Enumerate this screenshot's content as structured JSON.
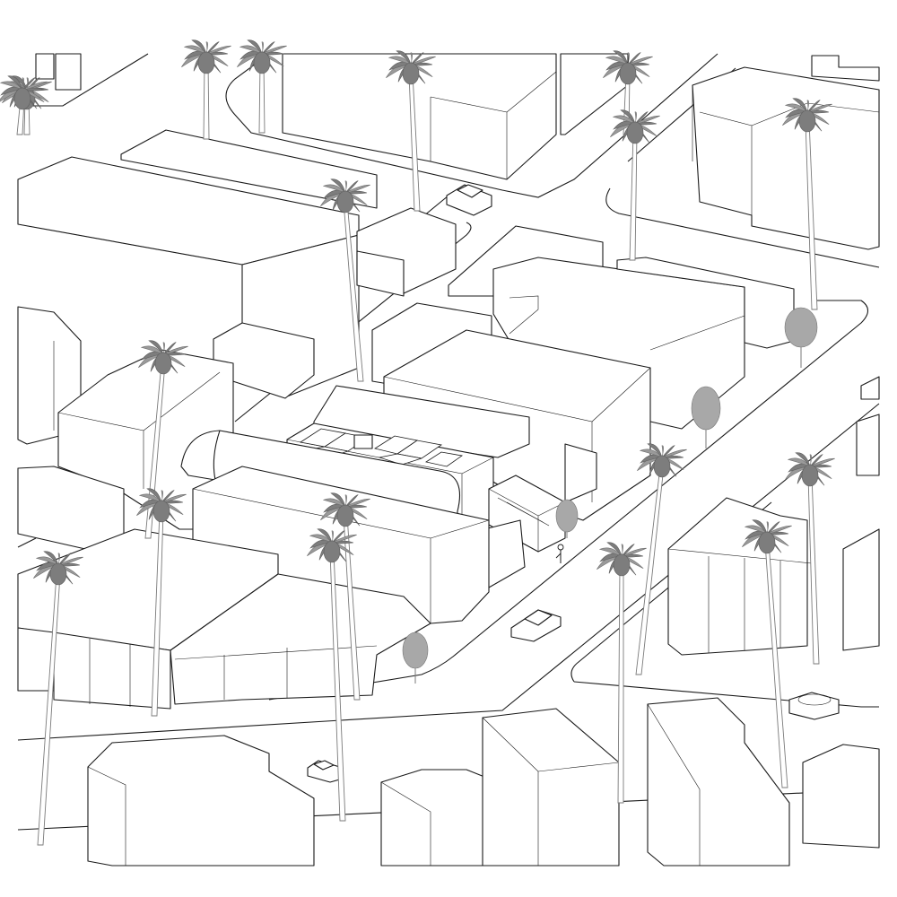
{
  "drawing": {
    "type": "isometric-urban-axonometric",
    "colors": {
      "background": "#ffffff",
      "line": "#1a1a1a",
      "vegetation": "#9a9a9a"
    },
    "elements": {
      "buildings": "massing-blocks",
      "trees": [
        "palm-tree",
        "shrub-tree"
      ],
      "vehicles": "car-blocks",
      "figure": "pedestrian"
    }
  }
}
